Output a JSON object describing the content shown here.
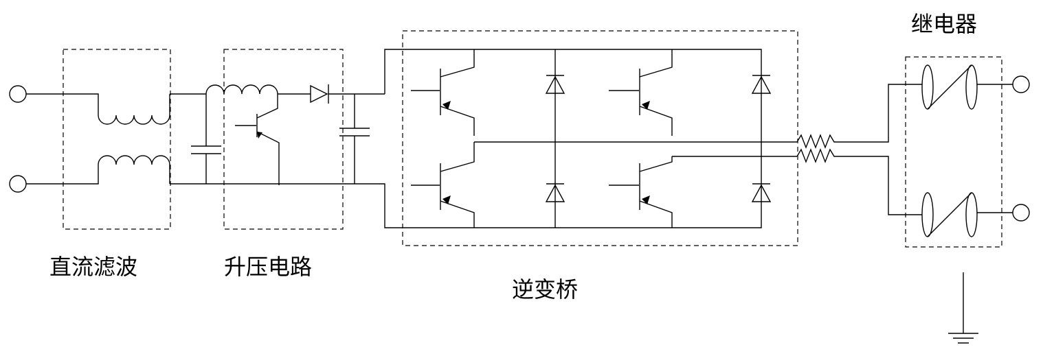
{
  "labels": {
    "dc_filter": "直流滤波",
    "boost_circuit": "升压电路",
    "inverter_bridge": "逆变桥",
    "relay": "继电器"
  }
}
